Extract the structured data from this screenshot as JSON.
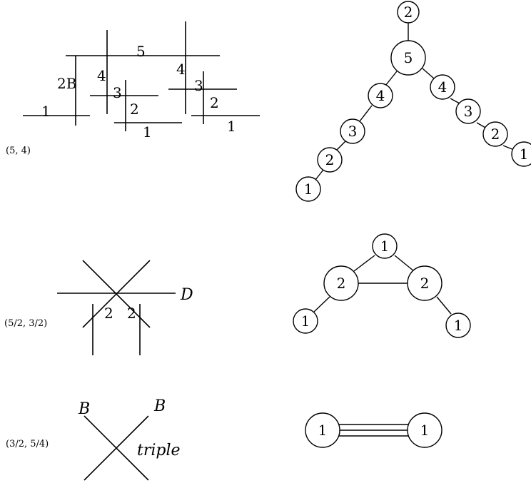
{
  "rows": [
    {
      "pair": "(5, 4)",
      "curve_labels": [
        "1",
        "2B",
        "4",
        "5",
        "3",
        "2",
        "1",
        "4",
        "3",
        "2",
        "1"
      ],
      "graph_nodes": [
        "2",
        "5",
        "4",
        "3",
        "2",
        "1",
        "4",
        "3",
        "2",
        "1"
      ]
    },
    {
      "pair": "(5/2, 3/2)",
      "curve_labels": [
        "2",
        "2"
      ],
      "curve_tag": "D",
      "graph_nodes": [
        "1",
        "2",
        "2",
        "1",
        "1"
      ]
    },
    {
      "pair": "(3/2, 5/4)",
      "curve_tags": [
        "B",
        "B",
        "triple"
      ],
      "graph_nodes": [
        "1",
        "1"
      ]
    }
  ]
}
